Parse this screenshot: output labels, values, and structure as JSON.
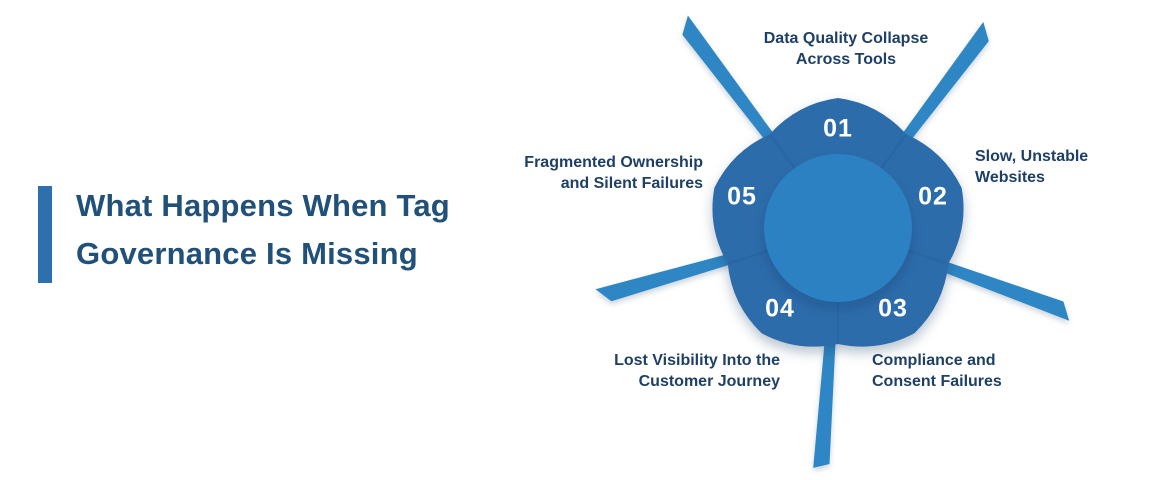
{
  "title": {
    "text": "What Happens When Tag\nGovernance Is Missing"
  },
  "diagram": {
    "items": [
      {
        "number": "01",
        "label": "Data Quality Collapse\nAcross Tools"
      },
      {
        "number": "02",
        "label": "Slow, Unstable\nWebsites"
      },
      {
        "number": "03",
        "label": "Compliance and\nConsent Failures"
      },
      {
        "number": "04",
        "label": "Lost Visibility Into the\nCustomer Journey"
      },
      {
        "number": "05",
        "label": "Fragmented Ownership\nand Silent Failures"
      }
    ]
  },
  "colors": {
    "background": "#ffffff",
    "accent_bar": "#2e6fad",
    "title_text": "#215079",
    "label_text": "#1e3f66",
    "number_text": "#ffffff",
    "ring": "#2d6cab",
    "ring_separator": "#26629f",
    "inner_circle": "#2c81c2",
    "ray": "#2f86c4"
  }
}
